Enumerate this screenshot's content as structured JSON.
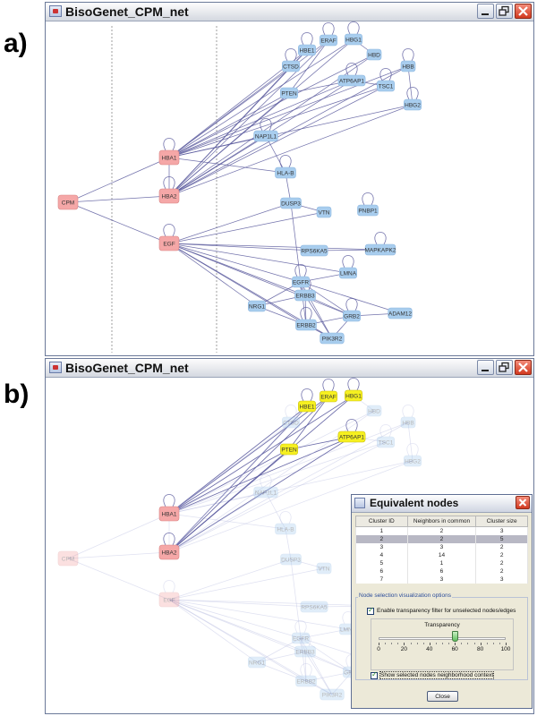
{
  "panels": [
    {
      "label": "a)"
    },
    {
      "label": "b)"
    }
  ],
  "window": {
    "title": "BisoGenet_CPM_net",
    "controls": [
      "minimize-icon",
      "maximize-icon",
      "close-icon"
    ]
  },
  "colors": {
    "node_red": "#f5a7a7",
    "node_blue": "#a8cdee",
    "node_yellow": "#f6f020",
    "edge": "#5a5a9e",
    "title_gradient_top": "#fdfdfd"
  },
  "network": {
    "nodes": [
      {
        "id": "CPM",
        "label": "CPM",
        "type": "red"
      },
      {
        "id": "HBA1",
        "label": "HBA1",
        "type": "red"
      },
      {
        "id": "HBA2",
        "label": "HBA2",
        "type": "red"
      },
      {
        "id": "EGF",
        "label": "EGF",
        "type": "red"
      },
      {
        "id": "HBE1",
        "label": "HBE1",
        "type": "blue"
      },
      {
        "id": "ERAF",
        "label": "ERAF",
        "type": "blue"
      },
      {
        "id": "HBG1",
        "label": "HBG1",
        "type": "blue"
      },
      {
        "id": "HBD",
        "label": "HBD",
        "type": "blue"
      },
      {
        "id": "CTSD",
        "label": "CTSD",
        "type": "blue"
      },
      {
        "id": "HBB",
        "label": "HBB",
        "type": "blue"
      },
      {
        "id": "ATP6AP1",
        "label": "ATP6AP1",
        "type": "blue"
      },
      {
        "id": "TSC1",
        "label": "TSC1",
        "type": "blue"
      },
      {
        "id": "PTEN",
        "label": "PTEN",
        "type": "blue"
      },
      {
        "id": "HBG2",
        "label": "HBG2",
        "type": "blue"
      },
      {
        "id": "NAP1L1",
        "label": "NAP1L1",
        "type": "blue"
      },
      {
        "id": "HLA-B",
        "label": "HLA-B",
        "type": "blue"
      },
      {
        "id": "DUSP3",
        "label": "DUSP3",
        "type": "blue"
      },
      {
        "id": "VTN",
        "label": "VTN",
        "type": "blue"
      },
      {
        "id": "PNBP1",
        "label": "PNBP1",
        "type": "blue"
      },
      {
        "id": "RPS6KA5",
        "label": "RPS6KA5",
        "type": "blue"
      },
      {
        "id": "MAPKAPK2",
        "label": "MAPKAPK2",
        "type": "blue"
      },
      {
        "id": "EGFR",
        "label": "EGFR",
        "type": "blue"
      },
      {
        "id": "LMNA",
        "label": "LMNA",
        "type": "blue"
      },
      {
        "id": "ERBB3",
        "label": "ERBB3",
        "type": "blue"
      },
      {
        "id": "NRG1",
        "label": "NRG1",
        "type": "blue"
      },
      {
        "id": "GRB2",
        "label": "GRB2",
        "type": "blue"
      },
      {
        "id": "ADAM12",
        "label": "ADAM12",
        "type": "blue"
      },
      {
        "id": "ERBB2",
        "label": "ERBB2",
        "type": "blue"
      },
      {
        "id": "PIK3R2",
        "label": "PIK3R2",
        "type": "blue"
      }
    ],
    "edges": [
      [
        "CPM",
        "HBA1"
      ],
      [
        "CPM",
        "HBA2"
      ],
      [
        "CPM",
        "EGF"
      ],
      [
        "HBA1",
        "HBE1"
      ],
      [
        "HBA1",
        "ERAF"
      ],
      [
        "HBA1",
        "HBG1"
      ],
      [
        "HBA1",
        "HBD"
      ],
      [
        "HBA1",
        "CTSD"
      ],
      [
        "HBA1",
        "HBB"
      ],
      [
        "HBA1",
        "ATP6AP1"
      ],
      [
        "HBA1",
        "TSC1"
      ],
      [
        "HBA1",
        "PTEN"
      ],
      [
        "HBA1",
        "HBG2"
      ],
      [
        "HBA1",
        "NAP1L1"
      ],
      [
        "HBA1",
        "HLA-B"
      ],
      [
        "HBA1",
        "HBA2"
      ],
      [
        "HBA2",
        "HBE1"
      ],
      [
        "HBA2",
        "ERAF"
      ],
      [
        "HBA2",
        "HBG1"
      ],
      [
        "HBA2",
        "HBD"
      ],
      [
        "HBA2",
        "CTSD"
      ],
      [
        "HBA2",
        "HBB"
      ],
      [
        "HBA2",
        "ATP6AP1"
      ],
      [
        "HBA2",
        "TSC1"
      ],
      [
        "HBA2",
        "PTEN"
      ],
      [
        "HBA2",
        "HBG2"
      ],
      [
        "HBA2",
        "NAP1L1"
      ],
      [
        "EGF",
        "DUSP3"
      ],
      [
        "EGF",
        "VTN"
      ],
      [
        "EGF",
        "RPS6KA5"
      ],
      [
        "EGF",
        "MAPKAPK2"
      ],
      [
        "EGF",
        "EGFR"
      ],
      [
        "EGF",
        "ERBB3"
      ],
      [
        "EGF",
        "ERBB2"
      ],
      [
        "EGF",
        "GRB2"
      ],
      [
        "EGF",
        "PIK3R2"
      ],
      [
        "EGF",
        "NRG1"
      ],
      [
        "EGF",
        "LMNA"
      ],
      [
        "HBG1",
        "HBD"
      ],
      [
        "HBB",
        "HBG2"
      ],
      [
        "HBE1",
        "CTSD"
      ],
      [
        "PTEN",
        "ATP6AP1"
      ],
      [
        "ATP6AP1",
        "TSC1"
      ],
      [
        "NAP1L1",
        "HLA-B"
      ],
      [
        "HLA-B",
        "DUSP3"
      ],
      [
        "DUSP3",
        "VTN"
      ],
      [
        "DUSP3",
        "EGFR"
      ],
      [
        "ERAF",
        "PTEN"
      ],
      [
        "EGFR",
        "ERBB3"
      ],
      [
        "EGFR",
        "ERBB2"
      ],
      [
        "EGFR",
        "GRB2"
      ],
      [
        "EGFR",
        "NRG1"
      ],
      [
        "EGFR",
        "PIK3R2"
      ],
      [
        "EGFR",
        "LMNA"
      ],
      [
        "EGFR",
        "ADAM12"
      ],
      [
        "ERBB3",
        "GRB2"
      ],
      [
        "ERBB3",
        "NRG1"
      ],
      [
        "ERBB3",
        "ERBB2"
      ],
      [
        "ERBB3",
        "PIK3R2"
      ],
      [
        "ERBB2",
        "GRB2"
      ],
      [
        "ERBB2",
        "PIK3R2"
      ],
      [
        "GRB2",
        "PIK3R2"
      ],
      [
        "NRG1",
        "ERBB2"
      ],
      [
        "GRB2",
        "ADAM12"
      ],
      [
        "RPS6KA5",
        "MAPKAPK2"
      ]
    ],
    "self_loops": [
      "HBA1",
      "HBA2",
      "EGF",
      "HBE1",
      "ERAF",
      "HBG1",
      "CTSD",
      "HBB",
      "TSC1",
      "HBG2",
      "NAP1L1",
      "HLA-B",
      "PNBP1",
      "MAPKAPK2",
      "EGFR",
      "LMNA",
      "ERBB3",
      "ERBB2",
      "GRB2",
      "ATP6AP1"
    ],
    "highlighted_b": [
      "HBE1",
      "ERAF",
      "HBG1",
      "PTEN",
      "ATP6AP1"
    ]
  },
  "dialog": {
    "title": "Equivalent nodes",
    "columns": [
      "Cluster ID",
      "Neighbors in common",
      "Cluster size"
    ],
    "rows": [
      [
        "1",
        "2",
        "3"
      ],
      [
        "2",
        "2",
        "5"
      ],
      [
        "3",
        "3",
        "2"
      ],
      [
        "4",
        "14",
        "2"
      ],
      [
        "5",
        "1",
        "2"
      ],
      [
        "6",
        "6",
        "2"
      ],
      [
        "7",
        "3",
        "3"
      ]
    ],
    "selected_row": 1,
    "options_title": "Node selection visualization options",
    "enable_transparency_label": "Enable transparency filter for unselected nodes/edges",
    "transparency_title": "Transparency",
    "transparency_value": 60,
    "ticks": [
      "0",
      "20",
      "40",
      "60",
      "80",
      "100"
    ],
    "show_context_label": "Show selected nodes neighborhood context",
    "close_label": "Close"
  }
}
